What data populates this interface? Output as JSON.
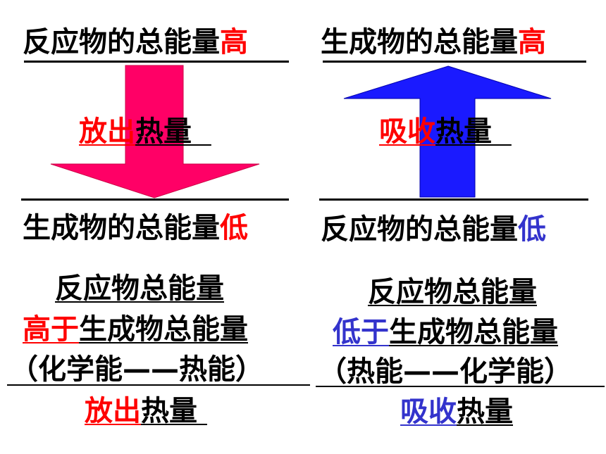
{
  "colors": {
    "red": "#ff0000",
    "blue_text": "#3333cc",
    "release_arrow": "#ff0066",
    "absorb_arrow": "#1a1aff"
  },
  "exothermic": {
    "top_label_main": "反应物的总能量",
    "top_label_level": "高",
    "arrow_label_colored": "放出",
    "arrow_label_rest": "热量",
    "bottom_label_main": "生成物的总能量",
    "bottom_label_level": "低",
    "summary_line1": "反应物总能量",
    "summary_line2_colored": "高于",
    "summary_line2_rest": "生成物总能量",
    "summary_line3": "（化学能——热能）",
    "summary_line4_colored": "放出",
    "summary_line4_rest": "热量"
  },
  "endothermic": {
    "top_label_main": "生成物的总能量",
    "top_label_level": "高",
    "arrow_label_colored": "吸收",
    "arrow_label_rest": "热量",
    "bottom_label_main": "反应物的总能量",
    "bottom_label_level": "低",
    "summary_line1": "反应物总能量",
    "summary_line2_colored": "低于",
    "summary_line2_rest": "生成物总能量",
    "summary_line3": "（热能——化学能）",
    "summary_line4_colored": "吸收",
    "summary_line4_rest": "热量"
  }
}
